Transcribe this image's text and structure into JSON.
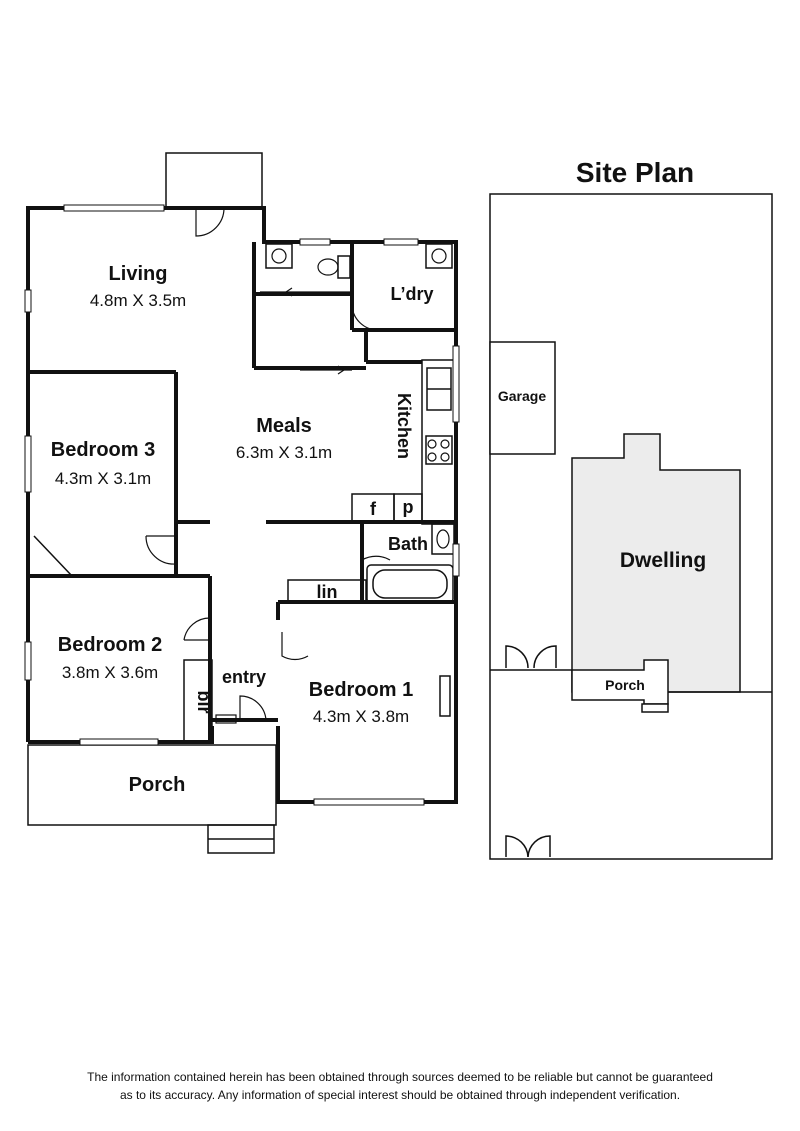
{
  "floor_plan": {
    "rooms": [
      {
        "name": "Living",
        "dims": "4.8m X 3.5m"
      },
      {
        "name": "Meals",
        "dims": "6.3m X 3.1m"
      },
      {
        "name": "Bedroom 3",
        "dims": "4.3m X 3.1m"
      },
      {
        "name": "Bedroom 2",
        "dims": "3.8m X 3.6m"
      },
      {
        "name": "Bedroom 1",
        "dims": "4.3m X 3.8m"
      }
    ],
    "labels": {
      "laundry": "L’dry",
      "kitchen": "Kitchen",
      "fridge": "f",
      "pantry": "p",
      "bath": "Bath",
      "linen": "lin",
      "entry": "entry",
      "robe": "bir",
      "porch": "Porch"
    }
  },
  "site_plan": {
    "title": "Site Plan",
    "garage": "Garage",
    "dwelling": "Dwelling",
    "porch": "Porch"
  },
  "disclaimer": {
    "line1": "The information contained herein has been obtained through sources deemed to be reliable but cannot be guaranteed",
    "line2": "as to its accuracy.  Any information of special interest should be obtained through independent verification."
  }
}
